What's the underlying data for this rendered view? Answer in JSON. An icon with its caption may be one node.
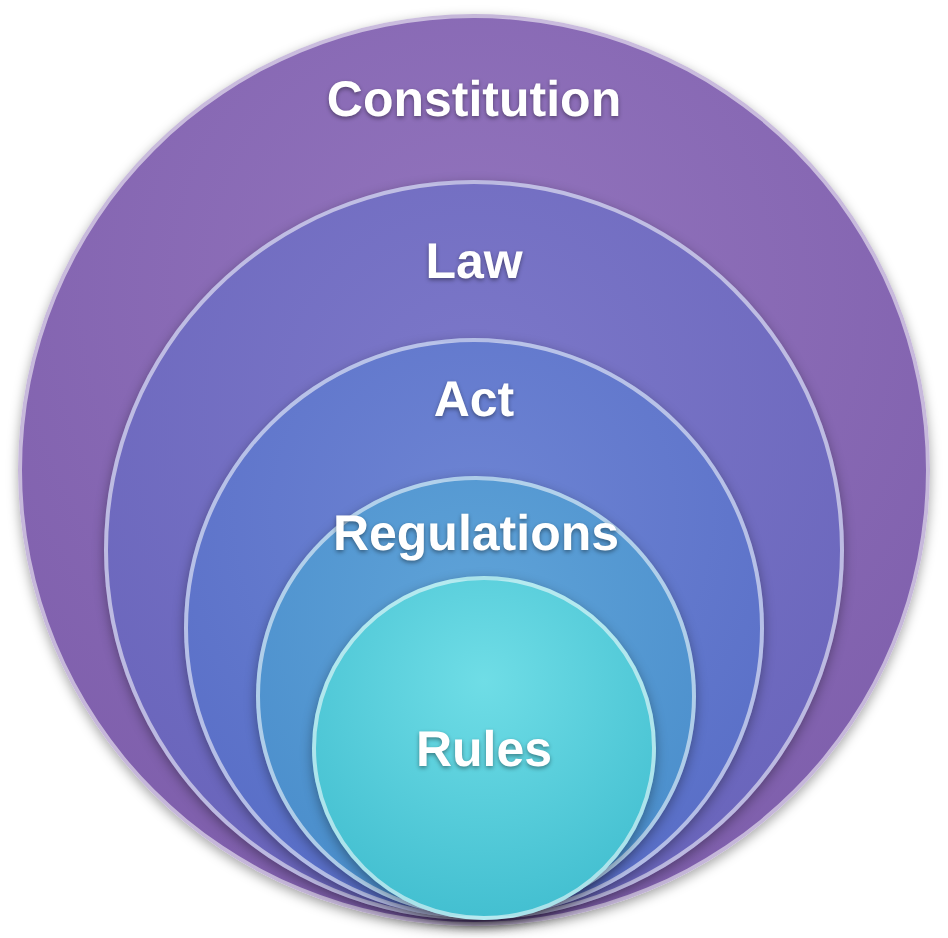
{
  "diagram": {
    "nodes": [
      {
        "text": [
          "Constitution"
        ]
      },
      {
        "text": [
          "Law"
        ],
        "in": 0
      },
      {
        "text": [
          "Act"
        ],
        "in": 1
      },
      {
        "text": [
          "Regulations"
        ],
        "in": 2
      },
      {
        "text": [
          "Rules"
        ],
        "in": 3
      }
    ]
  }
}
